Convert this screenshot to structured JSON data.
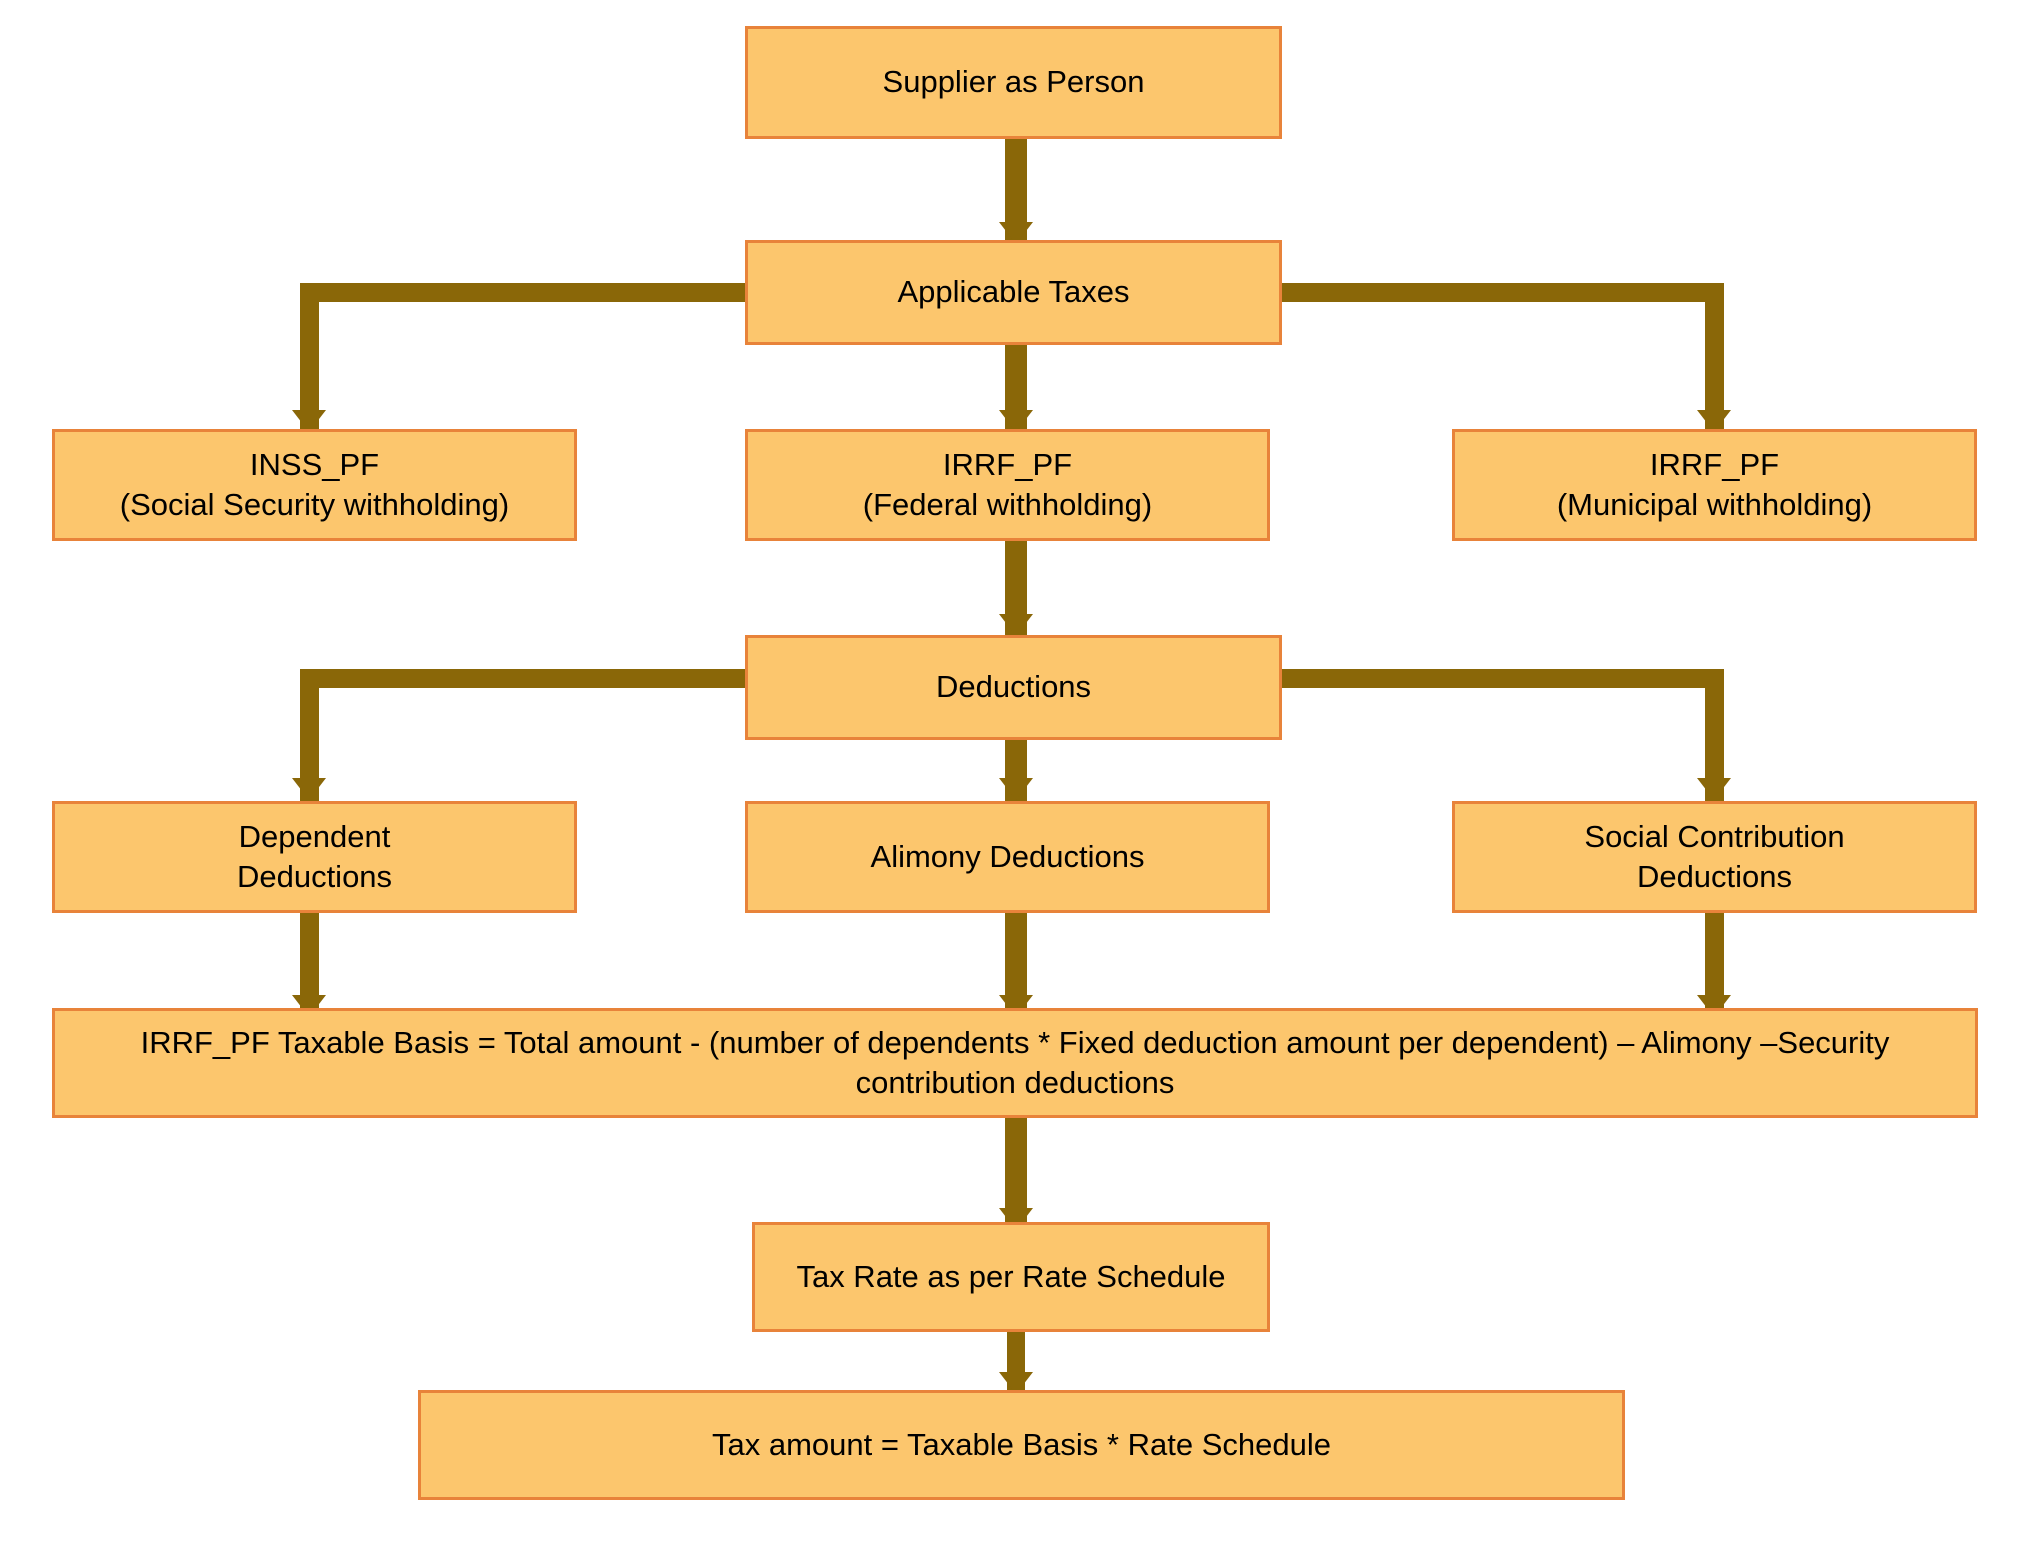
{
  "diagram": {
    "title": "Supplier as Person tax withholding flow",
    "palette": {
      "node_fill": "#FCC66D",
      "node_border": "#E8833A",
      "connector": "#8A6708",
      "text": "#000000",
      "background": "#FFFFFF"
    },
    "nodes": [
      {
        "id": "supplier",
        "label": "Supplier as Person"
      },
      {
        "id": "applicable",
        "label": "Applicable Taxes"
      },
      {
        "id": "inss",
        "label": "INSS_PF\n(Social Security withholding)"
      },
      {
        "id": "irrf_federal",
        "label": "IRRF_PF\n(Federal withholding)"
      },
      {
        "id": "irrf_municipal",
        "label": "IRRF_PF\n(Municipal withholding)"
      },
      {
        "id": "deductions",
        "label": "Deductions"
      },
      {
        "id": "dependent",
        "label": "Dependent\nDeductions"
      },
      {
        "id": "alimony",
        "label": "Alimony Deductions"
      },
      {
        "id": "social",
        "label": "Social Contribution\nDeductions"
      },
      {
        "id": "taxable_basis",
        "label": "IRRF_PF Taxable Basis = Total amount - (number of dependents * Fixed deduction amount per dependent) – Alimony –Security contribution deductions"
      },
      {
        "id": "tax_rate",
        "label": "Tax Rate as per Rate Schedule"
      },
      {
        "id": "tax_amount",
        "label": "Tax amount = Taxable Basis * Rate Schedule"
      }
    ],
    "edges": [
      {
        "from": "supplier",
        "to": "applicable"
      },
      {
        "from": "applicable",
        "to": "inss"
      },
      {
        "from": "applicable",
        "to": "irrf_federal"
      },
      {
        "from": "applicable",
        "to": "irrf_municipal"
      },
      {
        "from": "irrf_federal",
        "to": "deductions"
      },
      {
        "from": "deductions",
        "to": "dependent"
      },
      {
        "from": "deductions",
        "to": "alimony"
      },
      {
        "from": "deductions",
        "to": "social"
      },
      {
        "from": "dependent",
        "to": "taxable_basis"
      },
      {
        "from": "alimony",
        "to": "taxable_basis"
      },
      {
        "from": "social",
        "to": "taxable_basis"
      },
      {
        "from": "taxable_basis",
        "to": "tax_rate"
      },
      {
        "from": "tax_rate",
        "to": "tax_amount"
      }
    ]
  }
}
